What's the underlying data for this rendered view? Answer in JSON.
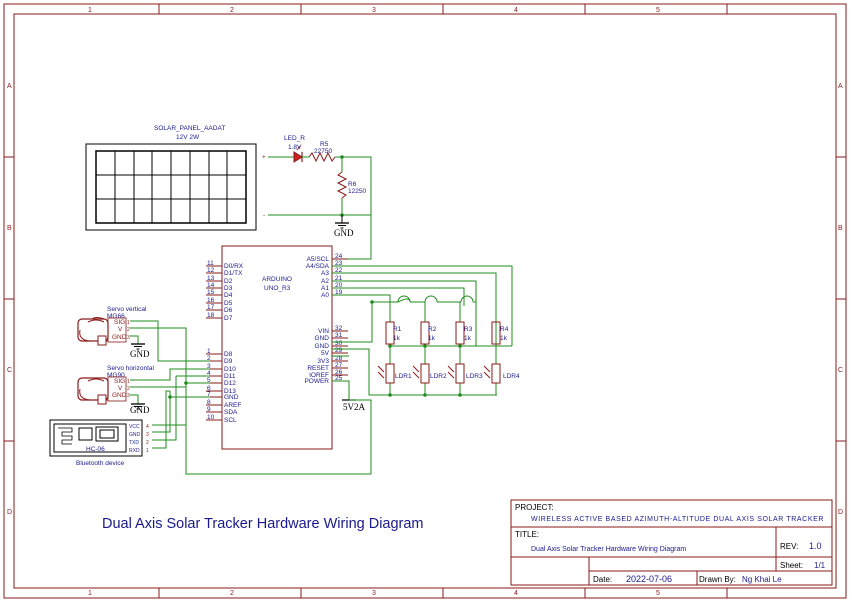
{
  "frame": {
    "columns": [
      "1",
      "2",
      "3",
      "4",
      "5"
    ],
    "rows": [
      "A",
      "B",
      "C",
      "D"
    ]
  },
  "solar_panel": {
    "name": "SOLAR_PANEL_AADAT",
    "rating": "12V 2W",
    "plus": "+",
    "minus": "-"
  },
  "led": {
    "name": "LED_R",
    "value": "1.8V"
  },
  "resistors": {
    "r5": {
      "name": "R5",
      "value": "22750"
    },
    "r6": {
      "name": "R6",
      "value": "12250"
    },
    "r1": {
      "name": "R1",
      "value": "1k"
    },
    "r2": {
      "name": "R2",
      "value": "1k"
    },
    "r3": {
      "name": "R3",
      "value": "1k"
    },
    "r4": {
      "name": "R4",
      "value": "1k"
    }
  },
  "ldrs": [
    "LDR1",
    "LDR2",
    "LDR3",
    "LDR4"
  ],
  "arduino": {
    "name": "ARDUINO",
    "model": "UNO_R3",
    "left_pins": [
      {
        "num": "11",
        "name": "D0/RX"
      },
      {
        "num": "12",
        "name": "D1/TX"
      },
      {
        "num": "13",
        "name": "D2"
      },
      {
        "num": "14",
        "name": "D3"
      },
      {
        "num": "15",
        "name": "D4"
      },
      {
        "num": "16",
        "name": "D5"
      },
      {
        "num": "17",
        "name": "D6"
      },
      {
        "num": "18",
        "name": "D7"
      },
      {
        "num": "1",
        "name": "D8"
      },
      {
        "num": "2",
        "name": "D9"
      },
      {
        "num": "3",
        "name": "D10"
      },
      {
        "num": "4",
        "name": "D11"
      },
      {
        "num": "5",
        "name": "D12"
      },
      {
        "num": "6",
        "name": "D13"
      },
      {
        "num": "7",
        "name": "GND"
      },
      {
        "num": "8",
        "name": "AREF"
      },
      {
        "num": "9",
        "name": "SDA"
      },
      {
        "num": "10",
        "name": "SCL"
      }
    ],
    "right_pins": [
      {
        "num": "24",
        "name": "A5/SCL"
      },
      {
        "num": "23",
        "name": "A4/SDA"
      },
      {
        "num": "22",
        "name": "A3"
      },
      {
        "num": "21",
        "name": "A2"
      },
      {
        "num": "20",
        "name": "A1"
      },
      {
        "num": "19",
        "name": "A0"
      },
      {
        "num": "32",
        "name": "VIN"
      },
      {
        "num": "31",
        "name": "GND"
      },
      {
        "num": "30",
        "name": "GND"
      },
      {
        "num": "29",
        "name": "5V"
      },
      {
        "num": "28",
        "name": "3V3"
      },
      {
        "num": "27",
        "name": "RESET"
      },
      {
        "num": "26",
        "name": "IOREF"
      },
      {
        "num": "25",
        "name": "POWER"
      }
    ]
  },
  "servo_v": {
    "name": "Servo vertical",
    "model": "MG66",
    "pins": [
      "SIG",
      "V",
      "GND"
    ],
    "nums": [
      "1",
      "2",
      "3"
    ]
  },
  "servo_h": {
    "name": "Servo horizontal",
    "model": "MG90",
    "pins": [
      "SIG",
      "V",
      "GND"
    ],
    "nums": [
      "1",
      "2",
      "3"
    ]
  },
  "bluetooth": {
    "module": "HC-06",
    "caption": "Bluetooth device",
    "pins": [
      "VCC",
      "GND",
      "TXD",
      "RXD"
    ],
    "nums": [
      "4",
      "3",
      "2",
      "1"
    ]
  },
  "power_labels": {
    "gnd": "GND",
    "supply": "5V2A"
  },
  "main_title": "Dual Axis Solar Tracker Hardware Wiring Diagram",
  "title_block": {
    "project_label": "PROJECT:",
    "project": "WIRELESS ACTIVE BASED AZIMUTH-ALTITUDE DUAL AXIS SOLAR TRACKER",
    "title_label": "TITLE:",
    "title": "Dual Axis Solar Tracker Hardware Wiring Diagram",
    "rev_label": "REV:",
    "rev": "1.0",
    "sheet_label": "Sheet:",
    "sheet": "1/1",
    "date_label": "Date:",
    "date": "2022-07-06",
    "drawn_label": "Drawn By:",
    "drawn": "Ng Khai Le"
  },
  "colors": {
    "border": "#8b1a1a",
    "wire": "#1e8c1e",
    "text": "#1a1a8c"
  }
}
